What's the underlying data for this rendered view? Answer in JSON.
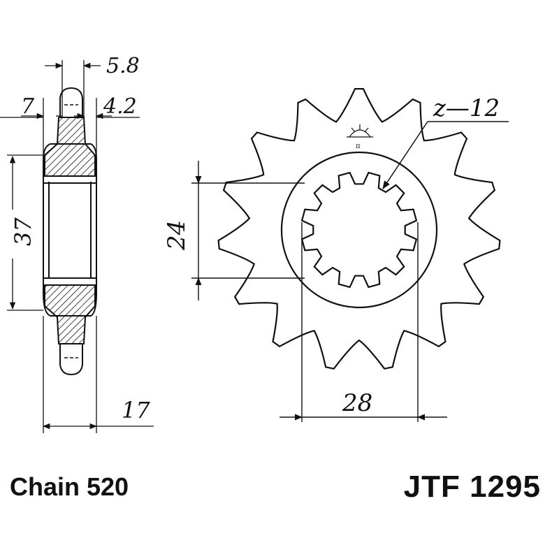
{
  "dimensions": {
    "side_top_width": "5.8",
    "side_hub_offset": "7",
    "side_tooth_width": "4.2",
    "side_height": "37",
    "side_total_width": "17",
    "front_spline_height": "24",
    "front_spline_width": "28",
    "teeth_count": "z—12"
  },
  "captions": {
    "chain": "Chain 520",
    "part_number": "JTF 1295"
  },
  "colors": {
    "ink": "#111111",
    "background": "#ffffff"
  }
}
